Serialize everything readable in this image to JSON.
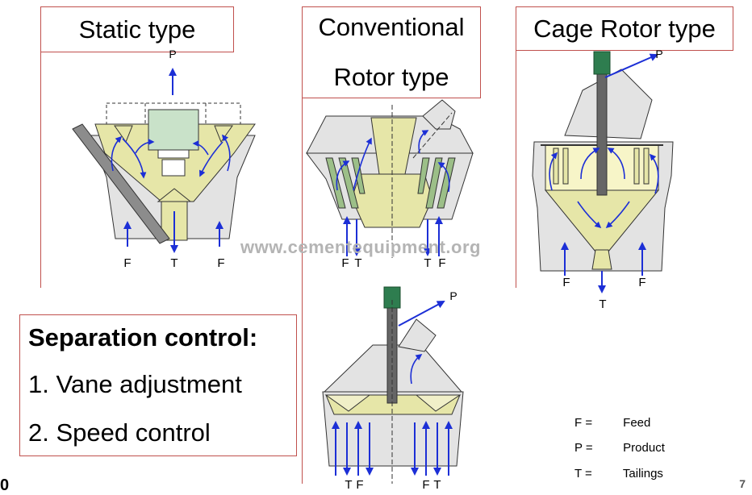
{
  "titles": {
    "static": "Static type",
    "conventional_line1": "Conventional",
    "conventional_line2": "Rotor type",
    "cage": "Cage Rotor type"
  },
  "labels": {
    "p": "P",
    "f": "F",
    "t": "T"
  },
  "watermark": "www.cementequipment.org",
  "separation": {
    "title": "Separation control:",
    "item1": "1. Vane adjustment",
    "item2": "2. Speed control"
  },
  "legend": [
    {
      "key": "F =",
      "value": "Feed"
    },
    {
      "key": "P =",
      "value": "Product"
    },
    {
      "key": "T =",
      "value": "Tailings"
    }
  ],
  "page_number": "7",
  "corner_mark": "0",
  "colors": {
    "frame": "#c0504d",
    "body_grey": "#e3e3e3",
    "cone_yellow": "#e6e6a8",
    "arrow_blue": "#1c2fd6",
    "motor_green": "#2e7d4f"
  }
}
